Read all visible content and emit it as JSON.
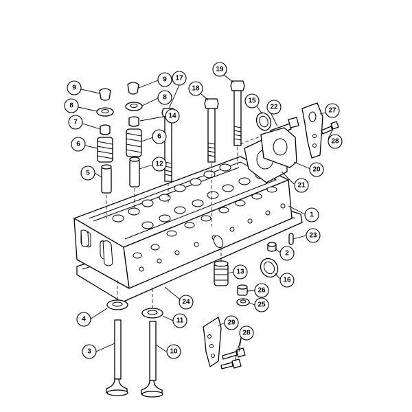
{
  "callouts": [
    {
      "id": "c9a",
      "label": "9"
    },
    {
      "id": "c8a",
      "label": "8"
    },
    {
      "id": "c7",
      "label": "7"
    },
    {
      "id": "c6a",
      "label": "6"
    },
    {
      "id": "c5",
      "label": "5"
    },
    {
      "id": "c9b",
      "label": "9"
    },
    {
      "id": "c8b",
      "label": "8"
    },
    {
      "id": "c14",
      "label": "14"
    },
    {
      "id": "c6b",
      "label": "6"
    },
    {
      "id": "c12",
      "label": "12"
    },
    {
      "id": "c17",
      "label": "17"
    },
    {
      "id": "c18",
      "label": "18"
    },
    {
      "id": "c19",
      "label": "19"
    },
    {
      "id": "c15",
      "label": "15"
    },
    {
      "id": "c22",
      "label": "22"
    },
    {
      "id": "c27",
      "label": "27"
    },
    {
      "id": "c28a",
      "label": "28"
    },
    {
      "id": "c20",
      "label": "20"
    },
    {
      "id": "c21",
      "label": "21"
    },
    {
      "id": "c1",
      "label": "1"
    },
    {
      "id": "c23",
      "label": "23"
    },
    {
      "id": "c2",
      "label": "2"
    },
    {
      "id": "c13",
      "label": "13"
    },
    {
      "id": "c16",
      "label": "16"
    },
    {
      "id": "c26",
      "label": "26"
    },
    {
      "id": "c25",
      "label": "25"
    },
    {
      "id": "c24",
      "label": "24"
    },
    {
      "id": "c4",
      "label": "4"
    },
    {
      "id": "c11",
      "label": "11"
    },
    {
      "id": "c29",
      "label": "29"
    },
    {
      "id": "c28b",
      "label": "28"
    },
    {
      "id": "c3",
      "label": "3"
    },
    {
      "id": "c10",
      "label": "10"
    }
  ]
}
